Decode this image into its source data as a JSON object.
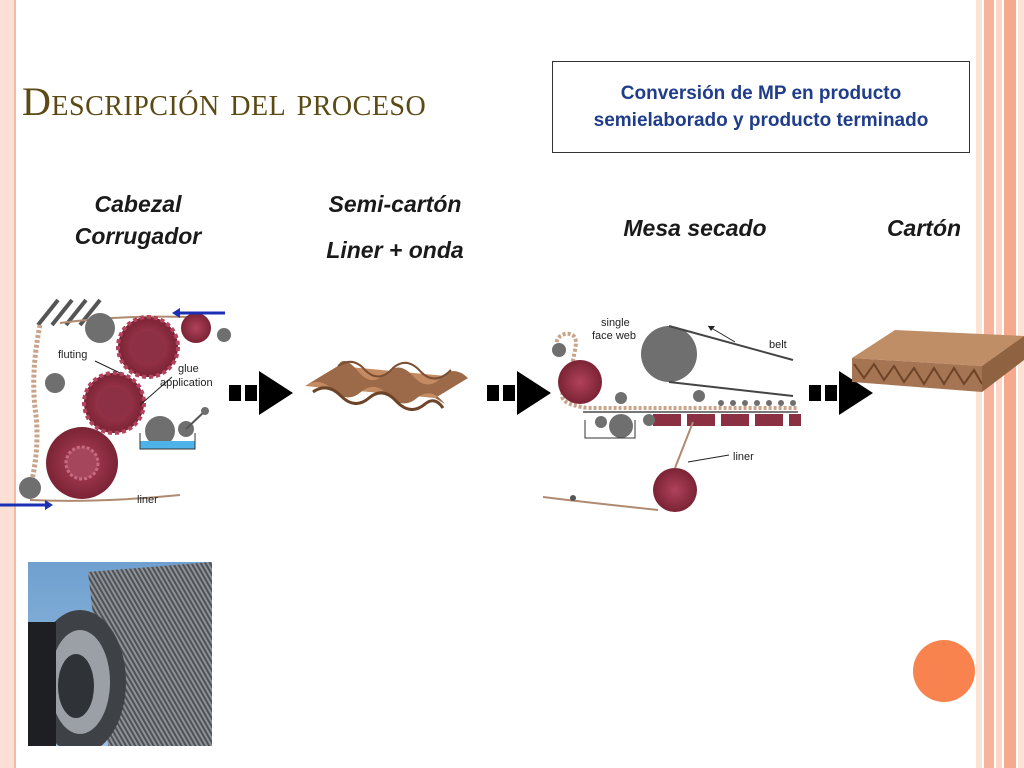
{
  "slide": {
    "title": "Descripción del proceso",
    "callout": "Conversión de MP en producto semielaborado y producto terminado"
  },
  "steps": {
    "cabezal_line1": "Cabezal",
    "cabezal_line2": "Corrugador",
    "semi_line1": "Semi-cartón",
    "semi_line2": "Liner + onda",
    "mesa": "Mesa secado",
    "carton": "Cartón"
  },
  "diagram_labels": {
    "fluting": "fluting",
    "glue1": "glue",
    "glue2": "application",
    "liner_left": "liner",
    "single1": "single",
    "single2": "face web",
    "belt": "belt",
    "liner_right": "liner"
  },
  "colors": {
    "title": "#5c4a14",
    "callout_text": "#1f3d8a",
    "roller_red": "#8b2f42",
    "roller_grey": "#6d6d6d",
    "board_brown": "#a8754f",
    "accent_orange": "#f9834e",
    "arrow_blue": "#1b2fb5"
  }
}
